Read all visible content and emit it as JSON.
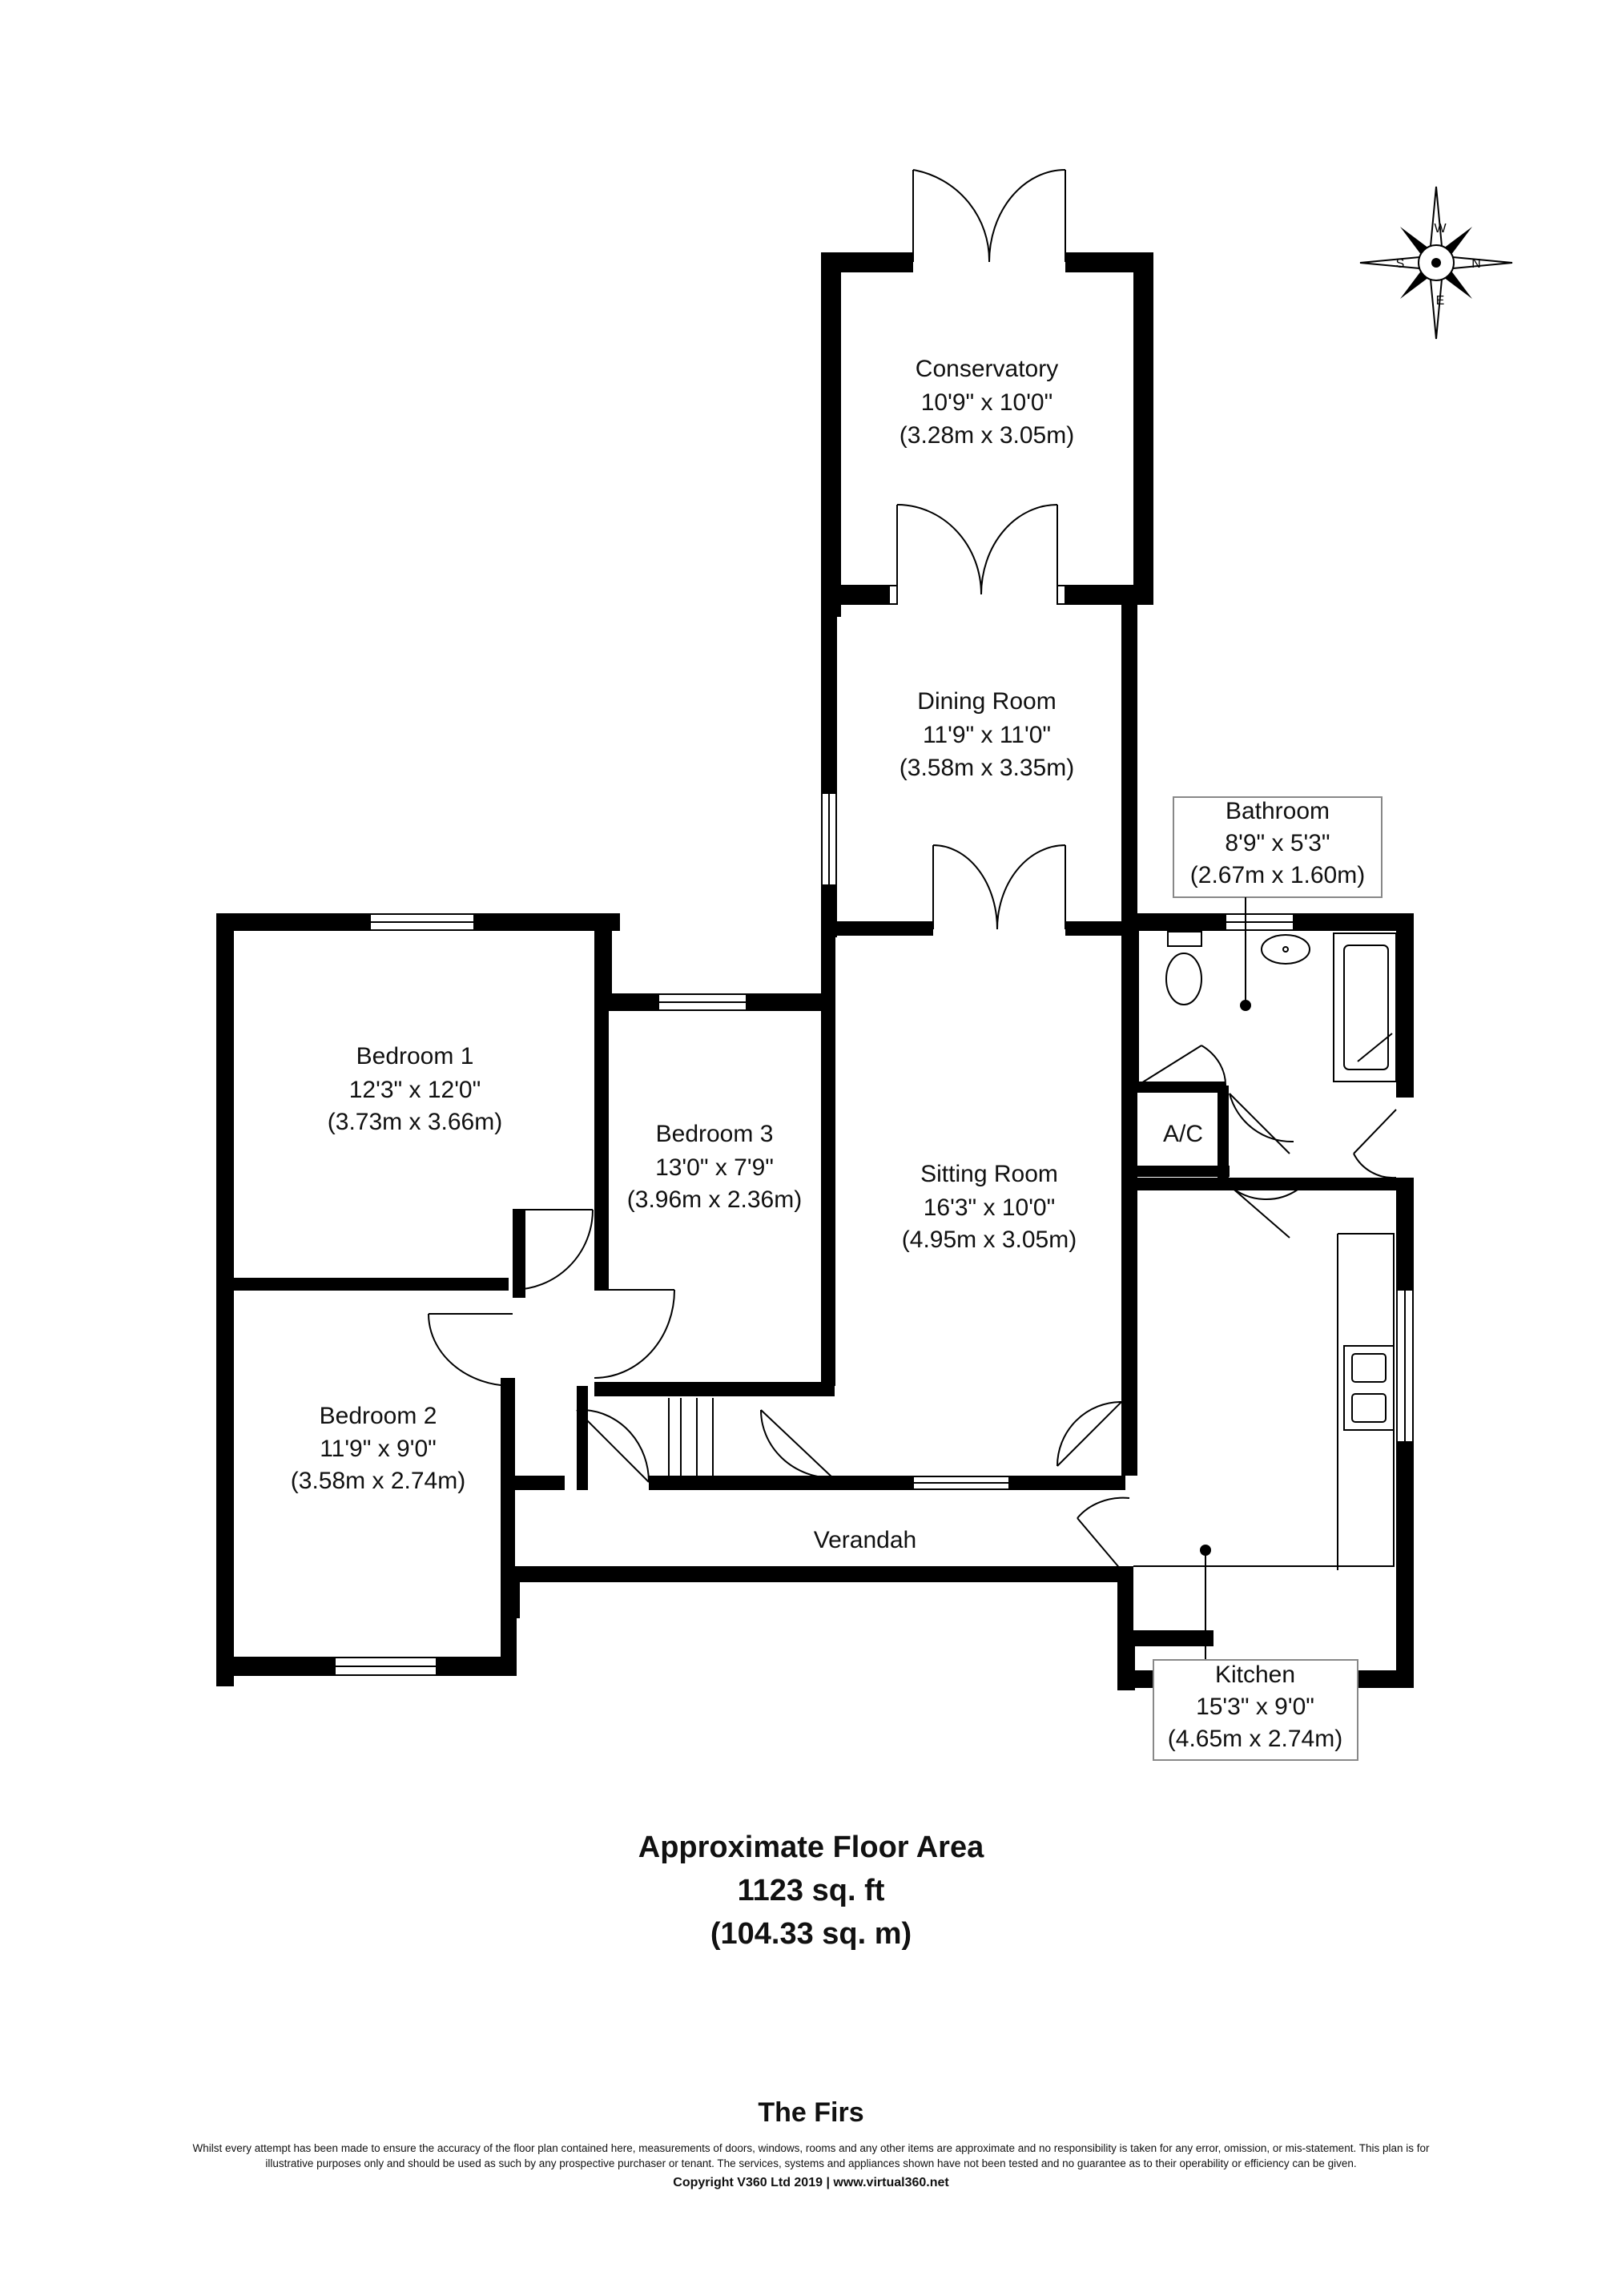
{
  "rooms": {
    "conservatory": {
      "name": "Conservatory",
      "imperial": "10'9\" x 10'0\"",
      "metric": "(3.28m x 3.05m)"
    },
    "dining": {
      "name": "Dining Room",
      "imperial": "11'9\" x 11'0\"",
      "metric": "(3.58m x 3.35m)"
    },
    "bathroom": {
      "name": "Bathroom",
      "imperial": "8'9\" x 5'3\"",
      "metric": "(2.67m x 1.60m)"
    },
    "bedroom1": {
      "name": "Bedroom 1",
      "imperial": "12'3\" x 12'0\"",
      "metric": "(3.73m x 3.66m)"
    },
    "bedroom3": {
      "name": "Bedroom 3",
      "imperial": "13'0\" x 7'9\"",
      "metric": "(3.96m x 2.36m)"
    },
    "sitting": {
      "name": "Sitting Room",
      "imperial": "16'3\" x 10'0\"",
      "metric": "(4.95m x 3.05m)"
    },
    "bedroom2": {
      "name": "Bedroom 2",
      "imperial": "11'9\" x 9'0\"",
      "metric": "(3.58m x 2.74m)"
    },
    "kitchen": {
      "name": "Kitchen",
      "imperial": "15'3\" x 9'0\"",
      "metric": "(4.65m x 2.74m)"
    },
    "ac": {
      "name": "A/C"
    },
    "verandah": {
      "name": "Verandah"
    }
  },
  "compass": {
    "n": "N",
    "s": "S",
    "e": "E",
    "w": "W"
  },
  "floor_area": {
    "title": "Approximate Floor Area",
    "imperial": "1123 sq. ft",
    "metric": "(104.33 sq. m)"
  },
  "property_name": "The Firs",
  "disclaimer_line1": "Whilst every attempt has been made to ensure the accuracy of the floor plan contained here, measurements of doors, windows, rooms and any other items are approximate and no responsibility is taken for any error, omission, or mis-statement. This plan is for",
  "disclaimer_line2": "illustrative purposes only and should be used as such by any prospective purchaser or tenant. The services, systems and appliances shown have not been tested and no guarantee as to their operability or efficiency can be given.",
  "copyright": "Copyright V360 Ltd 2019 | www.virtual360.net",
  "colors": {
    "wall": "#000000",
    "ink": "#111111",
    "background": "#ffffff"
  }
}
